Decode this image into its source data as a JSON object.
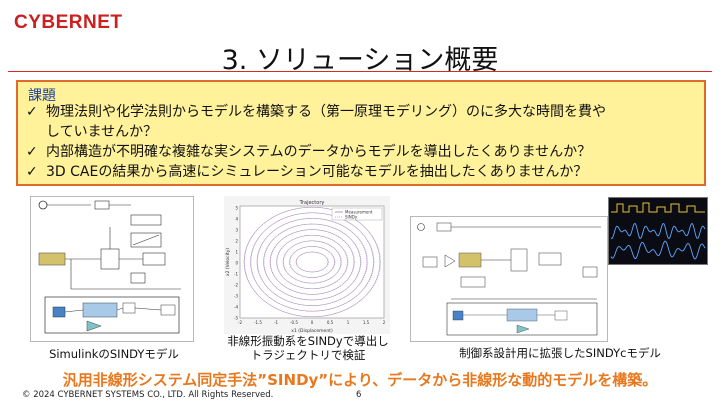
{
  "header": {
    "logo_text": "CYBERNET",
    "title": "3. ソリューション概要",
    "accent_color": "#cc1f1f"
  },
  "issues": {
    "heading": "課題",
    "check_glyph": "✓",
    "items": [
      {
        "lines": [
          "物理法則や化学法則からモデルを構築する（第一原理モデリング）のに多大な時間を費や",
          "していませんか？"
        ]
      },
      {
        "lines": [
          "内部構造が不明確な複雑な実システムのデータからモデルを導出したくありませんか？"
        ]
      },
      {
        "lines": [
          "3D CAEの結果から高速にシミュレーション可能なモデルを抽出したくありませんか？"
        ]
      }
    ],
    "background_color": "#fff29a",
    "border_color": "#e06a2c"
  },
  "figures": [
    {
      "caption": "SimulinkのSINDYモデル"
    },
    {
      "caption_lines": [
        "非線形振動系をSINDyで導出し",
        "トラジェクトリで検証"
      ],
      "plot": {
        "title": "Trajectory",
        "legend": [
          "Measurement",
          "SINDy"
        ],
        "xlabel": "x1 (Displacement)",
        "ylabel": "x2 (Velocity)",
        "xticks": [
          "-2",
          "-1.5",
          "-1",
          "-0.5",
          "0",
          "0.5",
          "1",
          "1.5",
          "2"
        ],
        "yticks": [
          "5",
          "4",
          "3",
          "2",
          "1",
          "0",
          "-1",
          "-2",
          "-3",
          "-4",
          "-5"
        ],
        "series_colors": [
          "#b07ac0",
          "#9aa0b8"
        ]
      }
    },
    {
      "caption": "制御系設計用に拡張したSINDYcモデル"
    }
  ],
  "summary": "汎用非線形システム同定手法”SINDy”により、データから非線形な動的モデルを構築。",
  "footer": {
    "copyright": "© 2024 CYBERNET SYSTEMS CO., LTD. All Rights Reserved.",
    "page_number": "6"
  }
}
